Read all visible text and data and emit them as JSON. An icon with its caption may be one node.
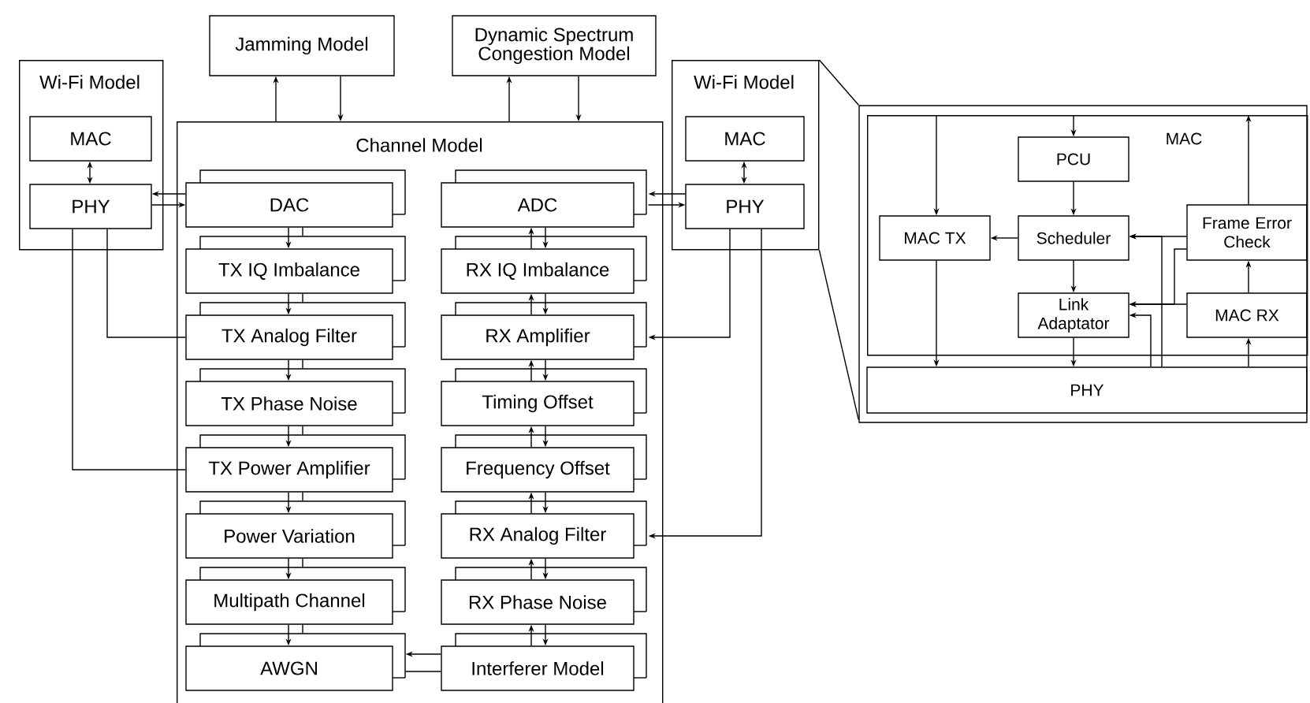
{
  "diagram": {
    "nodes": [
      {
        "text": [
          "Jamming Model"
        ]
      },
      {
        "text": [
          "Dynamic Spectrum Congestion Model"
        ]
      },
      {
        "text": [
          "Wi-Fi Model"
        ]
      },
      {
        "text": [
          "MAC"
        ],
        "in": 2
      },
      {
        "text": [
          "PHY"
        ],
        "in": 2
      },
      {
        "text": [
          "Channel Model"
        ]
      },
      {
        "text": [
          "DAC"
        ],
        "in": 5
      },
      {
        "text": [
          "TX IQ Imbalance"
        ],
        "in": 5
      },
      {
        "text": [
          "TX Analog Filter"
        ],
        "in": 5
      },
      {
        "text": [
          "TX Phase Noise"
        ],
        "in": 5
      },
      {
        "text": [
          "TX Power Amplifier"
        ],
        "in": 5
      },
      {
        "text": [
          "Power Variation"
        ],
        "in": 5
      },
      {
        "text": [
          "Multipath Channel"
        ],
        "in": 5
      },
      {
        "text": [
          "AWGN"
        ],
        "in": 5
      },
      {
        "text": [
          "ADC"
        ],
        "in": 5
      },
      {
        "text": [
          "RX IQ Imbalance"
        ],
        "in": 5
      },
      {
        "text": [
          "RX Amplifier"
        ],
        "in": 5
      },
      {
        "text": [
          "Timing Offset"
        ],
        "in": 5
      },
      {
        "text": [
          "Frequency Offset"
        ],
        "in": 5
      },
      {
        "text": [
          "RX Analog Filter"
        ],
        "in": 5
      },
      {
        "text": [
          "RX Phase Noise"
        ],
        "in": 5
      },
      {
        "text": [
          "Interferer Model"
        ],
        "in": 5
      },
      {
        "text": [
          "Wi-Fi Model"
        ]
      },
      {
        "text": [
          "MAC"
        ],
        "in": 22
      },
      {
        "text": [
          "PHY"
        ],
        "in": 22
      },
      {
        "text": [],
        "shape": "box"
      },
      {
        "text": [
          "MAC"
        ],
        "in": 25
      },
      {
        "text": [
          "PCU"
        ],
        "in": 26
      },
      {
        "text": [
          "MAC TX"
        ],
        "in": 26
      },
      {
        "text": [
          "Scheduler"
        ],
        "in": 26
      },
      {
        "text": [
          "Frame Error Check"
        ],
        "in": 26
      },
      {
        "text": [
          "Link Adaptator"
        ],
        "in": 26
      },
      {
        "text": [
          "MAC RX"
        ],
        "in": 26
      },
      {
        "text": [
          "PHY"
        ],
        "in": 25
      }
    ],
    "edges": [
      {
        "from": 5,
        "to": 0,
        "arrow": "to"
      },
      {
        "from": 0,
        "to": 5,
        "arrow": "to"
      },
      {
        "from": 5,
        "to": 1,
        "arrow": "to"
      },
      {
        "from": 1,
        "to": 5,
        "arrow": "to"
      },
      {
        "from": 3,
        "to": 4,
        "arrow": "both"
      },
      {
        "from": 6,
        "to": 4,
        "arrow": "to"
      },
      {
        "from": 4,
        "to": 6,
        "arrow": "to"
      },
      {
        "from": 4,
        "to": 8,
        "arrow": "none"
      },
      {
        "from": 4,
        "to": 10,
        "arrow": "none"
      },
      {
        "from": 6,
        "to": 7,
        "arrow": "to"
      },
      {
        "from": 7,
        "to": 8,
        "arrow": "to"
      },
      {
        "from": 8,
        "to": 9,
        "arrow": "to"
      },
      {
        "from": 9,
        "to": 10,
        "arrow": "to"
      },
      {
        "from": 10,
        "to": 11,
        "arrow": "to"
      },
      {
        "from": 11,
        "to": 12,
        "arrow": "to"
      },
      {
        "from": 12,
        "to": 13,
        "arrow": "to"
      },
      {
        "from": 15,
        "to": 14,
        "arrow": "to"
      },
      {
        "from": 16,
        "to": 15,
        "arrow": "to"
      },
      {
        "from": 17,
        "to": 16,
        "arrow": "to"
      },
      {
        "from": 18,
        "to": 17,
        "arrow": "to"
      },
      {
        "from": 19,
        "to": 18,
        "arrow": "to"
      },
      {
        "from": 20,
        "to": 19,
        "arrow": "to"
      },
      {
        "from": 21,
        "to": 20,
        "arrow": "to"
      },
      {
        "from": 14,
        "to": 15,
        "arrow": "to"
      },
      {
        "from": 15,
        "to": 16,
        "arrow": "to"
      },
      {
        "from": 16,
        "to": 17,
        "arrow": "to"
      },
      {
        "from": 17,
        "to": 18,
        "arrow": "to"
      },
      {
        "from": 18,
        "to": 19,
        "arrow": "to"
      },
      {
        "from": 19,
        "to": 20,
        "arrow": "to"
      },
      {
        "from": 20,
        "to": 21,
        "arrow": "to"
      },
      {
        "from": 21,
        "to": 13,
        "arrow": "to"
      },
      {
        "from": 13,
        "to": 21,
        "arrow": "none"
      },
      {
        "from": 24,
        "to": 14,
        "arrow": "to"
      },
      {
        "from": 14,
        "to": 24,
        "arrow": "to"
      },
      {
        "from": 24,
        "to": 16,
        "arrow": "to"
      },
      {
        "from": 24,
        "to": 19,
        "arrow": "to"
      },
      {
        "from": 23,
        "to": 24,
        "arrow": "both"
      },
      {
        "from": 26,
        "to": 27,
        "arrow": "to"
      },
      {
        "from": 26,
        "to": 28,
        "arrow": "to"
      },
      {
        "from": 27,
        "to": 29,
        "arrow": "to"
      },
      {
        "from": 29,
        "to": 28,
        "arrow": "to"
      },
      {
        "from": 29,
        "to": 31,
        "arrow": "to"
      },
      {
        "from": 28,
        "to": 33,
        "arrow": "to"
      },
      {
        "from": 31,
        "to": 33,
        "arrow": "to"
      },
      {
        "from": 30,
        "to": 29,
        "arrow": "to"
      },
      {
        "from": 30,
        "to": 31,
        "arrow": "to"
      },
      {
        "from": 32,
        "to": 30,
        "arrow": "to"
      },
      {
        "from": 33,
        "to": 32,
        "arrow": "to"
      },
      {
        "from": 30,
        "to": 26,
        "arrow": "to"
      },
      {
        "from": 33,
        "to": 29,
        "arrow": "to"
      },
      {
        "from": 33,
        "to": 31,
        "arrow": "to"
      },
      {
        "from": 32,
        "to": 31,
        "arrow": "to"
      },
      {
        "from": 22,
        "to": 25,
        "arrow": "none"
      },
      {
        "from": 22,
        "to": 25,
        "arrow": "none"
      },
      {
        "from": 6,
        "to": 7,
        "arrow": "none"
      },
      {
        "from": 7,
        "to": 8,
        "arrow": "none"
      },
      {
        "from": 8,
        "to": 9,
        "arrow": "none"
      },
      {
        "from": 9,
        "to": 10,
        "arrow": "none"
      },
      {
        "from": 10,
        "to": 11,
        "arrow": "none"
      },
      {
        "from": 11,
        "to": 12,
        "arrow": "none"
      },
      {
        "from": 12,
        "to": 13,
        "arrow": "none"
      }
    ]
  }
}
